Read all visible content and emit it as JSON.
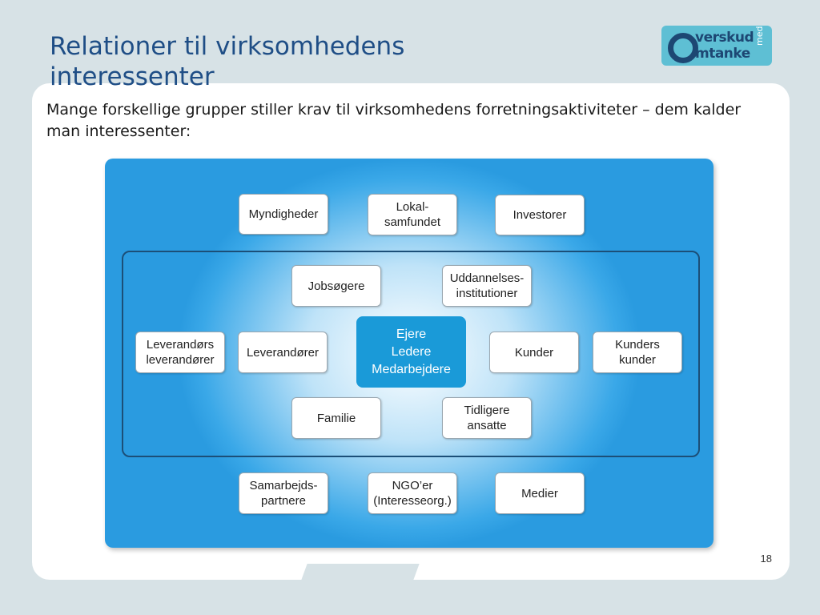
{
  "slide": {
    "title": "Relationer til virksomhedens interessenter",
    "intro": "Mange forskellige grupper stiller krav til virksomhedens forretningsaktiviteter – dem kalder man interessenter:",
    "page_number": "18"
  },
  "logo": {
    "text_top": "verskud",
    "text_bottom": "mtanke",
    "text_side": "med"
  },
  "diagram": {
    "center": "Ejere\nLedere\nMedarbejdere",
    "outer_top": [
      "Myndigheder",
      "Lokal-\nsamfundet",
      "Investorer"
    ],
    "inner_top": [
      "Jobsøgere",
      "Uddannelses-\ninstitutioner"
    ],
    "middle_left": [
      "Leverandørs\nleverandører",
      "Leverandører"
    ],
    "middle_right": [
      "Kunder",
      "Kunders\nkunder"
    ],
    "inner_bottom": [
      "Familie",
      "Tidligere\nansatte"
    ],
    "outer_bottom": [
      "Samarbejds-\npartnere",
      "NGO’er\n(Interesseorg.)",
      "Medier"
    ]
  },
  "colors": {
    "title": "#1f4e86",
    "diagram_blue": "#2a9be0",
    "center_box": "#1a9ad8",
    "logo_bg": "#5ebfd4"
  }
}
